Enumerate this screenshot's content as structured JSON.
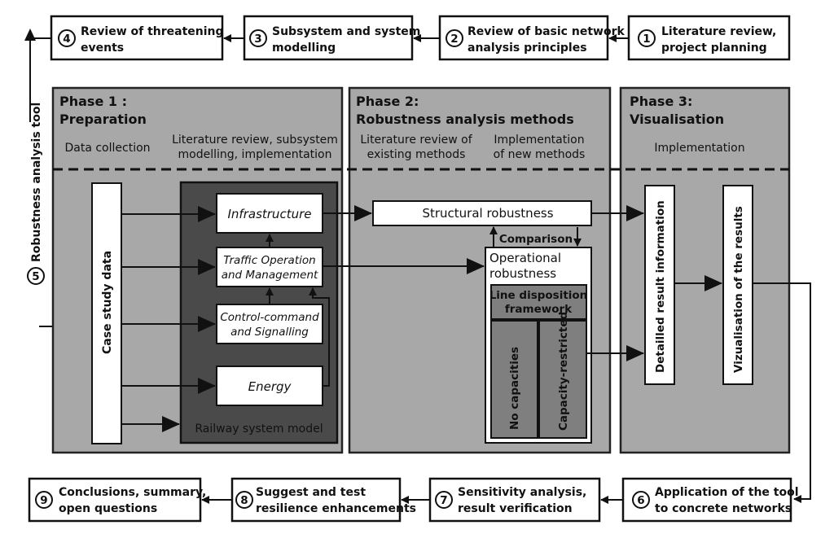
{
  "steps": {
    "s1": {
      "num": "1",
      "line1": "Literature review,",
      "line2": "project planning"
    },
    "s2": {
      "num": "2",
      "line1": "Review of basic network",
      "line2": "analysis principles"
    },
    "s3": {
      "num": "3",
      "line1": "Subsystem and system",
      "line2": "modelling"
    },
    "s4": {
      "num": "4",
      "line1": "Review of threatening",
      "line2": "events"
    },
    "s5": {
      "num": "5",
      "label": "Robustness analysis tool"
    },
    "s6": {
      "num": "6",
      "line1": "Application of the tool",
      "line2": "to concrete networks"
    },
    "s7": {
      "num": "7",
      "line1": "Sensitivity analysis,",
      "line2": "result verification"
    },
    "s8": {
      "num": "8",
      "line1": "Suggest and test",
      "line2": "resilience enhancements"
    },
    "s9": {
      "num": "9",
      "line1": "Conclusions, summary,",
      "line2": "open questions"
    }
  },
  "phase1": {
    "title1": "Phase 1 :",
    "title2": "Preparation",
    "col1": "Data collection",
    "col2_line1": "Literature review, subsystem",
    "col2_line2": "modelling, implementation",
    "case_study": "Case study data",
    "model_label": "Railway system model",
    "infrastructure": "Infrastructure",
    "traffic_line1": "Traffic Operation",
    "traffic_line2": "and Management",
    "control_line1": "Control-command",
    "control_line2": "and Signalling",
    "energy": "Energy"
  },
  "phase2": {
    "title1": "Phase 2:",
    "title2": "Robustness analysis methods",
    "col1_line1": "Literature review of",
    "col1_line2": "existing methods",
    "col2_line1": "Implementation",
    "col2_line2": "of new methods",
    "structural": "Structural robustness",
    "comparison": "Comparison",
    "operational_line1": "Operational",
    "operational_line2": "robustness",
    "ldf_line1": "Line disposition",
    "ldf_line2": "framework",
    "no_capacities": "No capacities",
    "capacity_restricted": "Capacity-restricted"
  },
  "phase3": {
    "title1": "Phase 3:",
    "title2": "Visualisation",
    "col1": "Implementation",
    "detailed": "Detailled result information",
    "vizualisation": "Vizualisation of the results"
  }
}
